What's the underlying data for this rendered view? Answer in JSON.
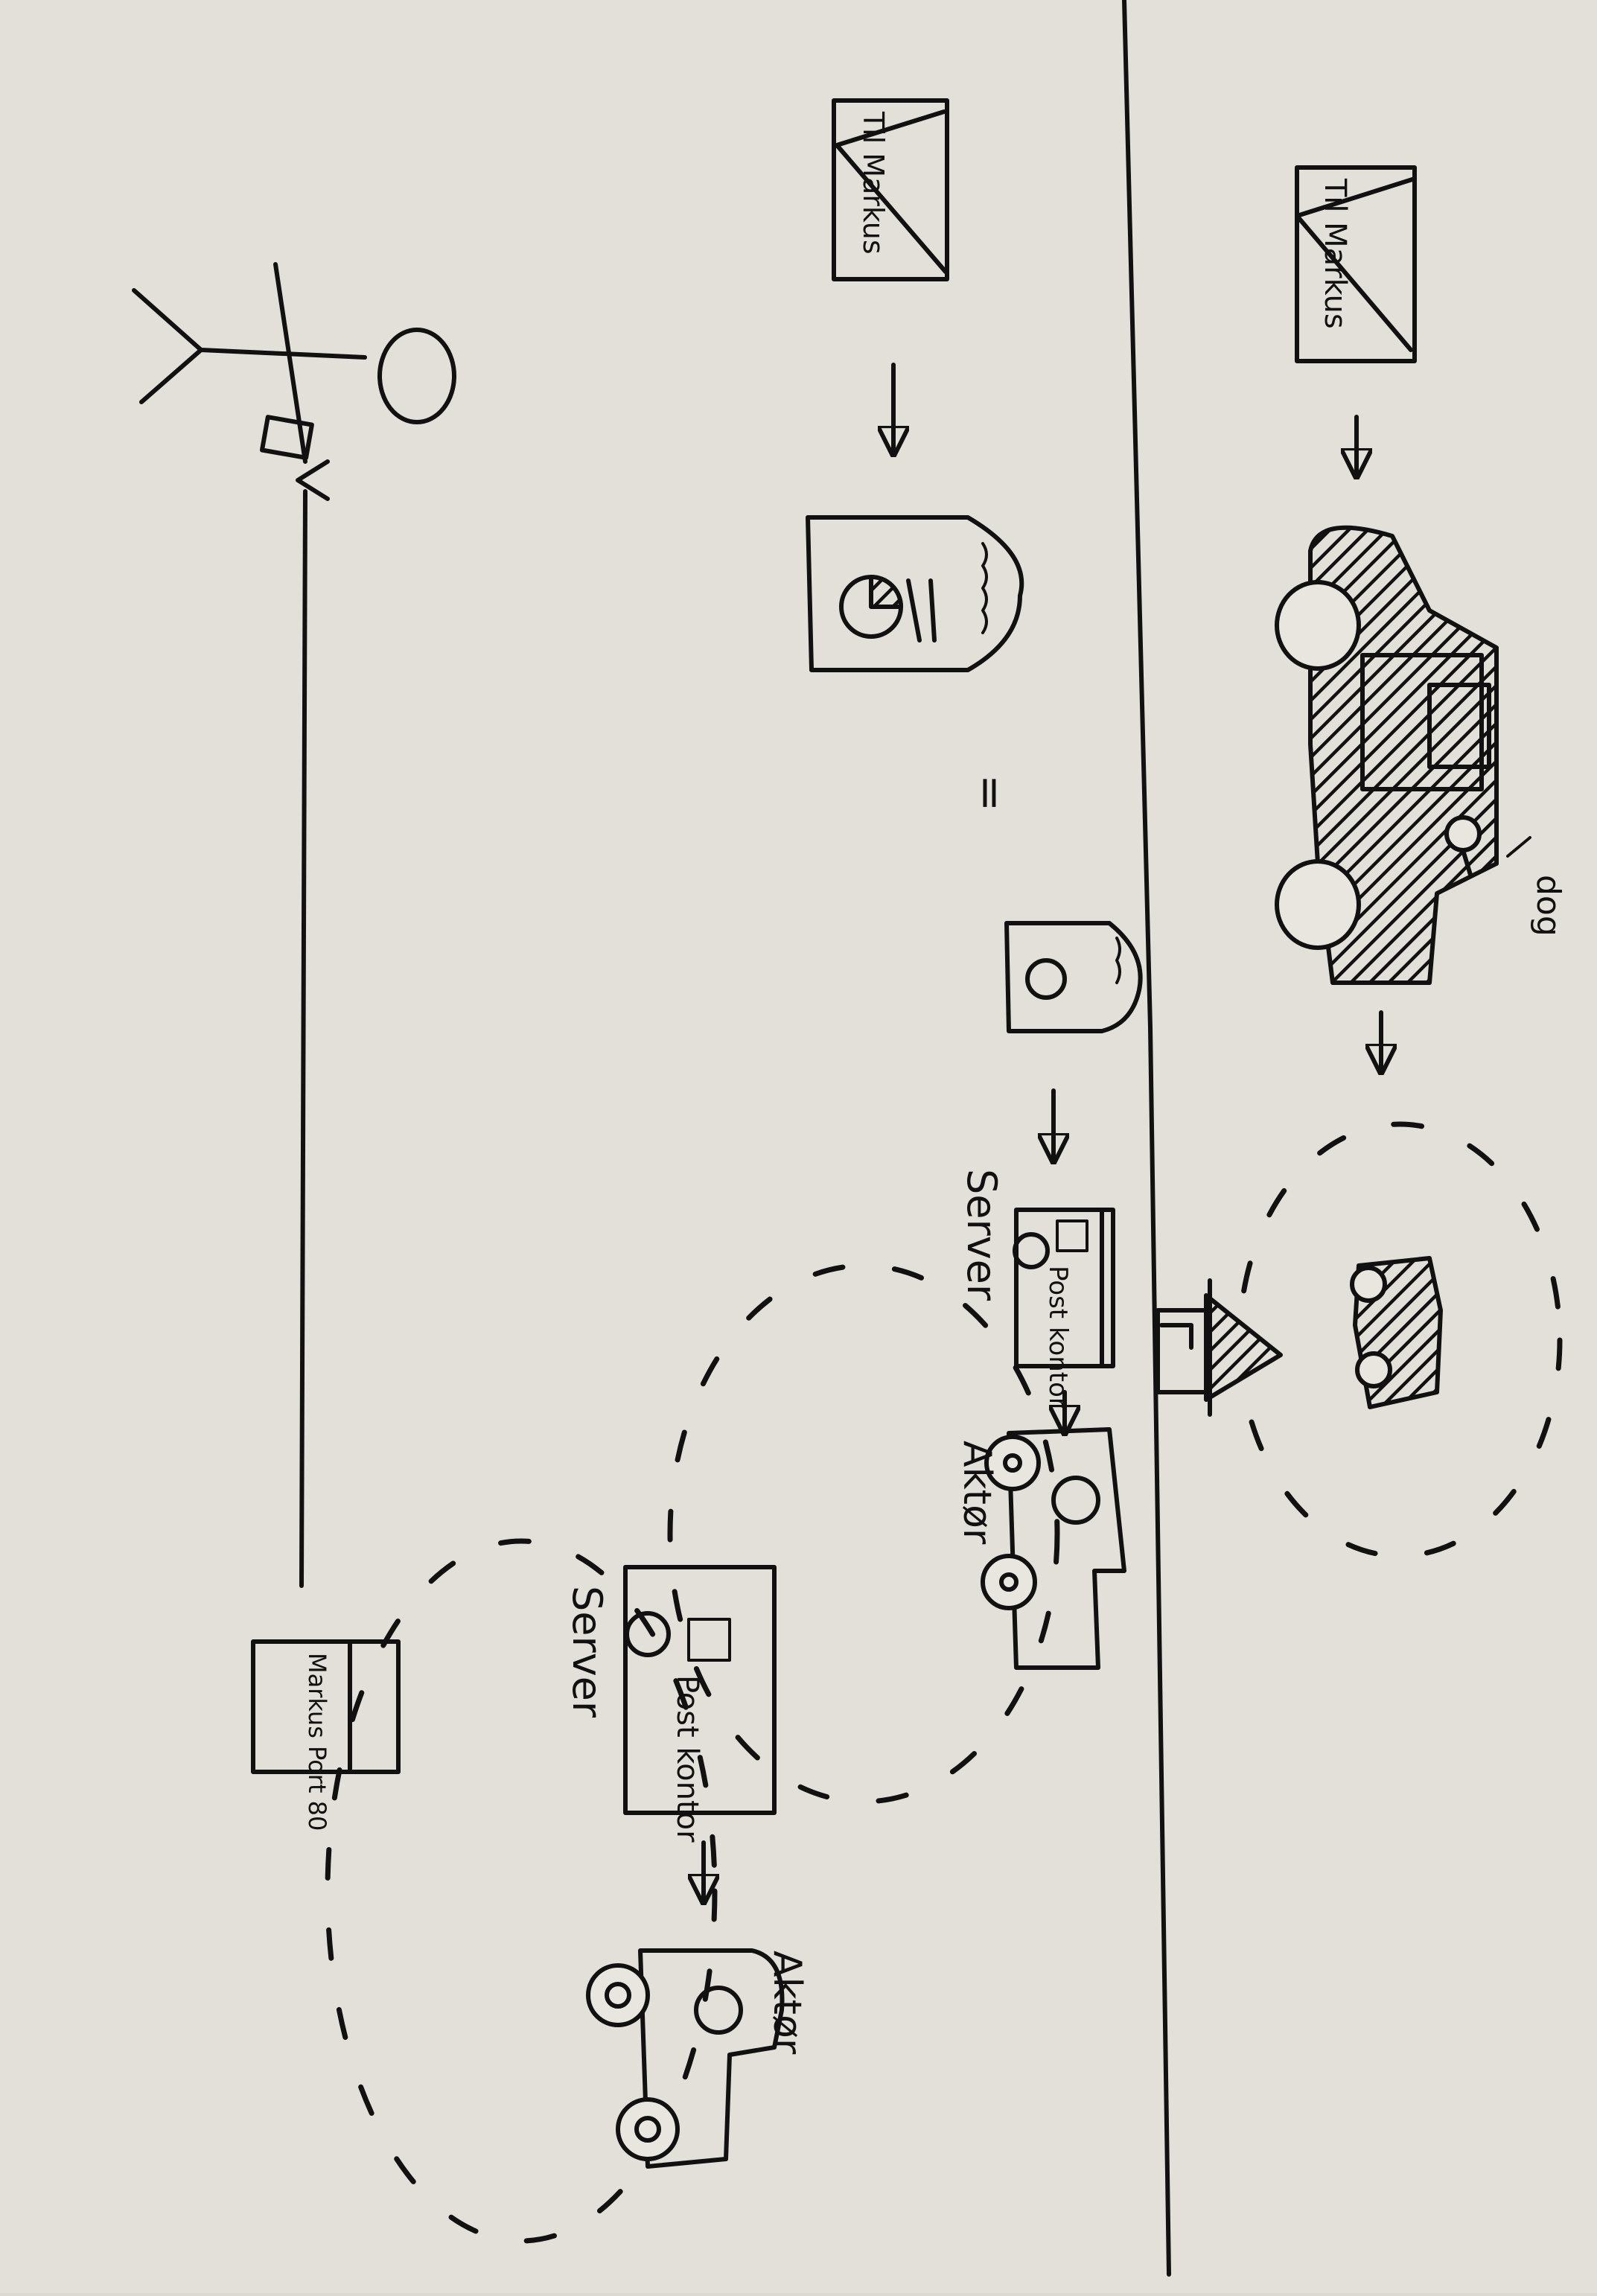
{
  "letter_label": "Til Markus",
  "dog_label": "dog",
  "post_office_label": "Post kontor",
  "server_label": "Server",
  "actor_label": "Aktør",
  "mailbox_label": "Markus Port 80",
  "colors": {
    "ink": "#111111",
    "paper": "#dcd9d2"
  }
}
